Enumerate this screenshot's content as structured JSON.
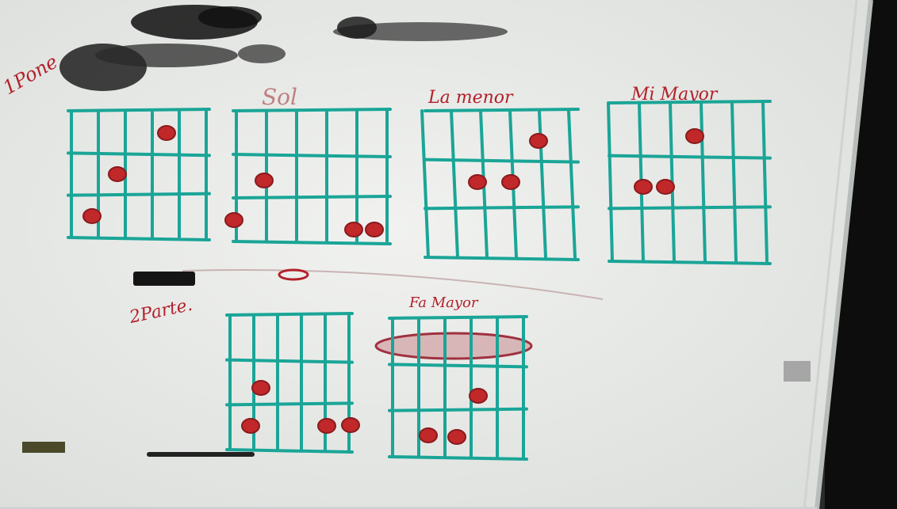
{
  "whiteboard": {
    "board_color": "#e9ebe8",
    "grid_color": "#1aa597",
    "dot_color": "#c0282a",
    "text_color": "#b3202a",
    "section_labels": [
      "1Pone",
      "2Parte."
    ],
    "chords": [
      {
        "label": "",
        "dots": 3
      },
      {
        "label": "Sol",
        "dots": 4
      },
      {
        "label": "La menor",
        "dots": 3
      },
      {
        "label": "Mi Mayor",
        "dots": 3
      },
      {
        "label": "",
        "dots": 4
      },
      {
        "label": "Fa Mayor",
        "dots": 3
      }
    ]
  }
}
